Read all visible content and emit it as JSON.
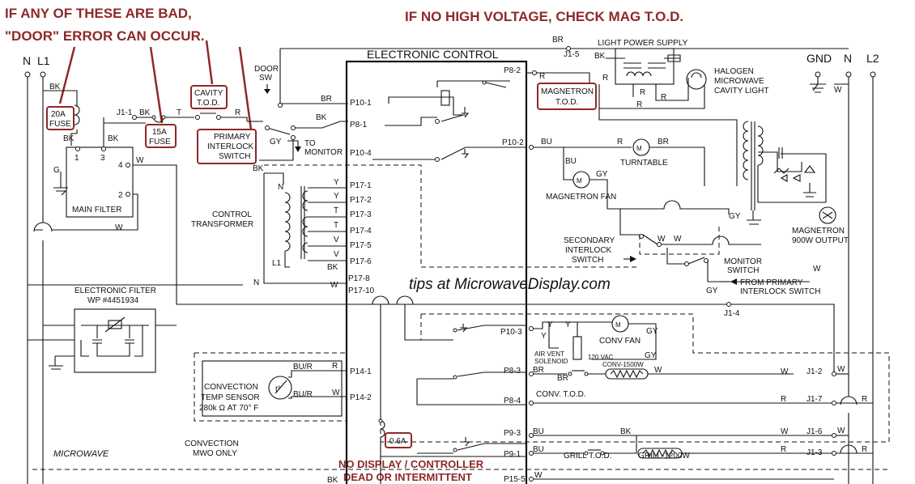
{
  "title": "Microwave Wiring Diagram",
  "headings": {
    "door_warning_1": "IF ANY OF THESE ARE BAD,",
    "door_warning_2": "\"DOOR\" ERROR CAN OCCUR.",
    "voltage_note": "IF NO HIGH VOLTAGE, CHECK MAG T.O.D.",
    "bottom_note_1": "NO DISPLAY / CONTROLLER",
    "bottom_note_2": "DEAD OR INTERMITTENT"
  },
  "watermark": "tips at MicrowaveDisplay.com",
  "power_rails": {
    "n": "N",
    "l1": "L1",
    "gnd": "GND",
    "n_right": "N",
    "l2": "L2"
  },
  "highlighted": {
    "fuse_20a_1": "20A",
    "fuse_20a_2": "FUSE",
    "fuse_15a_1": "15A",
    "fuse_15a_2": "FUSE",
    "cavity_tod_1": "CAVITY",
    "cavity_tod_2": "T.O.D.",
    "primary_1": "PRIMARY",
    "primary_2": "INTERLOCK",
    "primary_3": "SWITCH",
    "magnetron_tod_1": "MAGNETRON",
    "magnetron_tod_2": "T.O.D.",
    "fuse_06a": "0.6A"
  },
  "components": {
    "electronic_control": "ELECTRONIC CONTROL",
    "door_sw_1": "DOOR",
    "door_sw_2": "SW",
    "light_power_supply": "LIGHT POWER SUPPLY",
    "halogen_1": "HALOGEN",
    "halogen_2": "MICROWAVE",
    "halogen_3": "CAVITY LIGHT",
    "main_filter": "MAIN FILTER",
    "control_transformer_1": "CONTROL",
    "control_transformer_2": "TRANSFORMER",
    "to_monitor_1": "TO",
    "to_monitor_2": "MONITOR",
    "turntable": "TURNTABLE",
    "magnetron_fan": "MAGNETRON FAN",
    "secondary_1": "SECONDARY",
    "secondary_2": "INTERLOCK",
    "secondary_3": "SWITCH",
    "monitor_1": "MONITOR",
    "monitor_2": "SWITCH",
    "from_primary_1": "FROM PRIMARY",
    "from_primary_2": "INTERLOCK SWITCH",
    "magnetron_1": "MAGNETRON",
    "magnetron_2": "900W OUTPUT",
    "electronic_filter_1": "ELECTRONIC FILTER",
    "electronic_filter_2": "WP #4451934",
    "conv_fan": "CONV FAN",
    "air_vent_1": "AIR VENT",
    "air_vent_2": "SOLENOID",
    "vac_120": "120 VAC",
    "conv_element": "CONV-1500W",
    "conv_tod": "CONV. T.O.D.",
    "grill_tod": "GRILL T.O.D.",
    "grill_element": "GRILL-1200W",
    "convection_sensor_1": "CONVECTION",
    "convection_sensor_2": "TEMP SENSOR",
    "convection_sensor_3": "280k Ω  AT 70° F",
    "convection_mwo_1": "CONVECTION",
    "convection_mwo_2": "MWO ONLY",
    "microwave": "MICROWAVE",
    "thermistor": "t°"
  },
  "connectors": {
    "p8_2": "P8-2",
    "p10_1": "P10-1",
    "p8_1": "P8-1",
    "p10_4": "P10-4",
    "p10_2": "P10-2",
    "p17_1": "P17-1",
    "p17_2": "P17-2",
    "p17_3": "P17-3",
    "p17_4": "P17-4",
    "p17_5": "P17-5",
    "p17_6": "P17-6",
    "p17_8": "P17-8",
    "p17_10": "P17-10",
    "p10_3": "P10-3",
    "p8_3": "P8-3",
    "p8_4": "P8-4",
    "p14_1": "P14-1",
    "p14_2": "P14-2",
    "p9_3": "P9-3",
    "p9_1": "P9-1",
    "p15_5": "P15-5",
    "j1_1": "J1-1",
    "j1_5": "J1-5",
    "j1_4": "J1-4",
    "j1_2": "J1-2",
    "j1_7": "J1-7",
    "j1_6": "J1-6",
    "j1_3": "J1-3"
  },
  "wire_labels": {
    "bk": "BK",
    "br": "BR",
    "r": "R",
    "t": "T",
    "w": "W",
    "gy": "GY",
    "bu": "BU",
    "y": "Y",
    "v": "V",
    "n": "N",
    "l1": "L1",
    "g": "G",
    "bur": "BU/R",
    "one": "1",
    "three": "3",
    "four": "4",
    "two": "2"
  },
  "colors": {
    "highlight": "#8f2828",
    "ink": "#111111",
    "background": "#ffffff"
  }
}
